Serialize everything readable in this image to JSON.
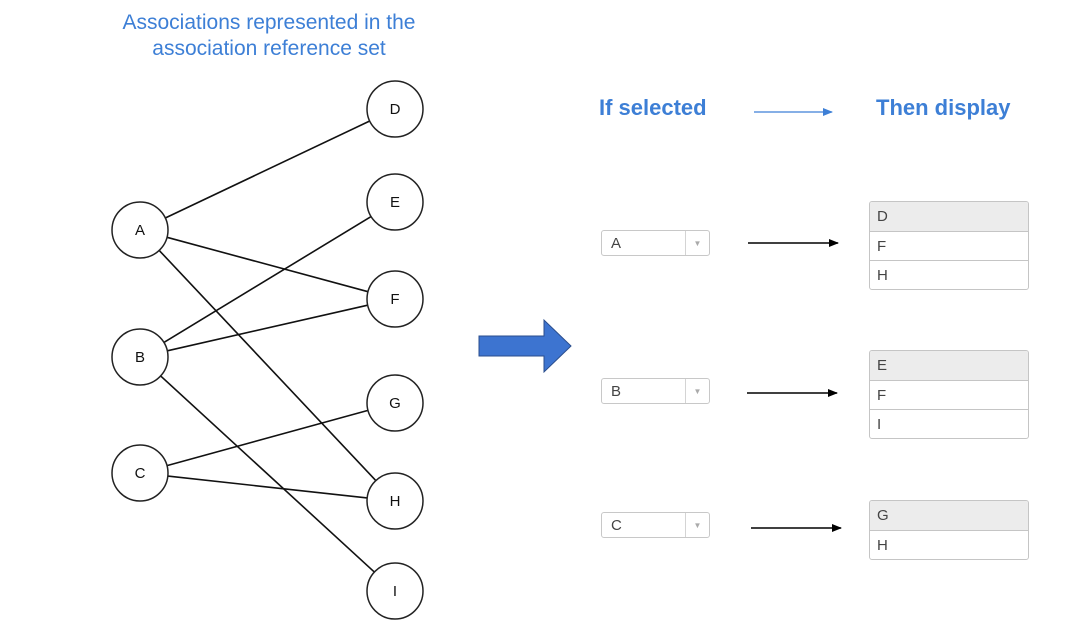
{
  "title": {
    "line1": "Associations represented in the",
    "line2": "association reference set"
  },
  "graph": {
    "left_nodes": [
      "A",
      "B",
      "C"
    ],
    "right_nodes": [
      "D",
      "E",
      "F",
      "G",
      "H",
      "I"
    ],
    "edges": [
      [
        "A",
        "D"
      ],
      [
        "A",
        "F"
      ],
      [
        "A",
        "H"
      ],
      [
        "B",
        "E"
      ],
      [
        "B",
        "F"
      ],
      [
        "B",
        "I"
      ],
      [
        "C",
        "G"
      ],
      [
        "C",
        "H"
      ]
    ]
  },
  "headers": {
    "if_selected": "If selected",
    "then_display": "Then display"
  },
  "colors": {
    "accent": "#3d7fd6",
    "arrow_fill": "#3d74d0",
    "arrow_stroke": "#2a4d8c"
  },
  "rows": [
    {
      "selected": "A",
      "display": [
        "D",
        "F",
        "H"
      ]
    },
    {
      "selected": "B",
      "display": [
        "E",
        "F",
        "I"
      ]
    },
    {
      "selected": "C",
      "display": [
        "G",
        "H"
      ]
    }
  ]
}
